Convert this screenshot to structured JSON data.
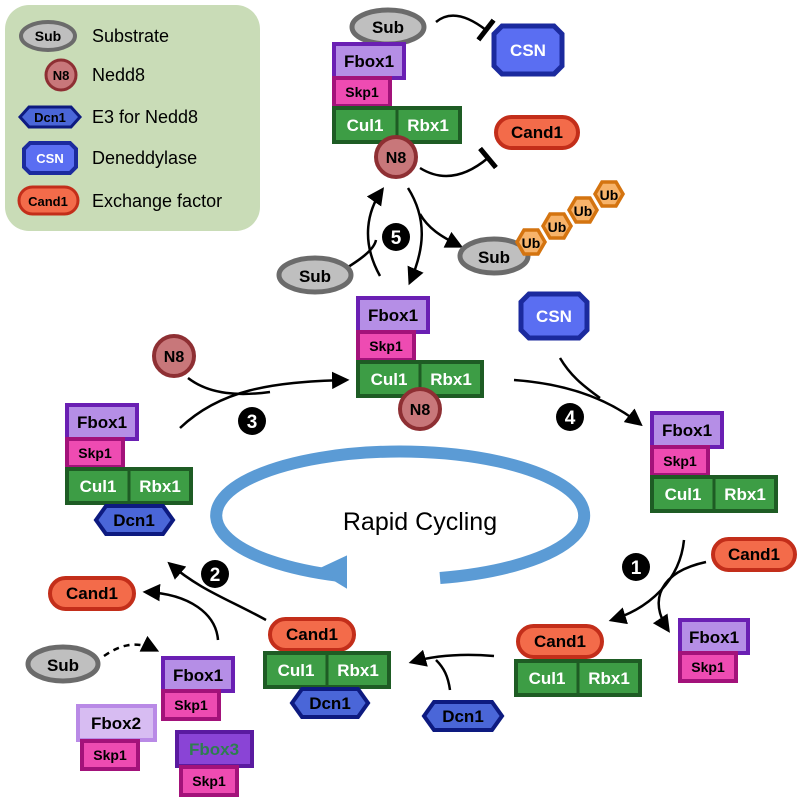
{
  "legend": {
    "substrate": {
      "badge": "Sub",
      "label": "Substrate"
    },
    "nedd8": {
      "badge": "N8",
      "label": "Nedd8"
    },
    "dcn1": {
      "badge": "Dcn1",
      "label": "E3 for Nedd8"
    },
    "csn": {
      "badge": "CSN",
      "label": "Deneddylase"
    },
    "cand1": {
      "badge": "Cand1",
      "label": "Exchange factor"
    }
  },
  "labels": {
    "fbox1": "Fbox1",
    "fbox2": "Fbox2",
    "fbox3": "Fbox3",
    "skp1": "Skp1",
    "cul1": "Cul1",
    "rbx1": "Rbx1",
    "n8": "N8",
    "sub": "Sub",
    "csn": "CSN",
    "cand1": "Cand1",
    "dcn1": "Dcn1",
    "ub": "Ub"
  },
  "steps": [
    "1",
    "2",
    "3",
    "4",
    "5"
  ],
  "center_label": "Rapid Cycling",
  "colors": {
    "legend_bg": "#c9dcb7",
    "sub_fill": "#bfbfbf",
    "sub_stroke": "#6b6b6b",
    "n8_fill": "#c8777a",
    "n8_stroke": "#8e2f33",
    "dcn1_fill": "#4a66d8",
    "dcn1_stroke": "#0d1a80",
    "csn_fill": "#5a6ef2",
    "csn_stroke": "#1b2a9e",
    "cand1_fill": "#f36b4a",
    "cand1_stroke": "#c32e1a",
    "fbox_fill": "#b58ee6",
    "fbox_stroke": "#6a1fb3",
    "fbox2_fill": "#d7bcf2",
    "fbox2_stroke": "#b98ae6",
    "fbox3_fill": "#8a44d6",
    "fbox3_stroke": "#5a1aa0",
    "fbox3_text": "#2e7d4f",
    "skp_fill": "#ee4bb2",
    "skp_stroke": "#a3127a",
    "cul_fill": "#3d9d45",
    "cul_stroke": "#1e5c24",
    "ub_fill": "#f7b36a",
    "ub_stroke": "#d47410",
    "cycle": "#5b9bd5",
    "arrow": "#000000"
  }
}
